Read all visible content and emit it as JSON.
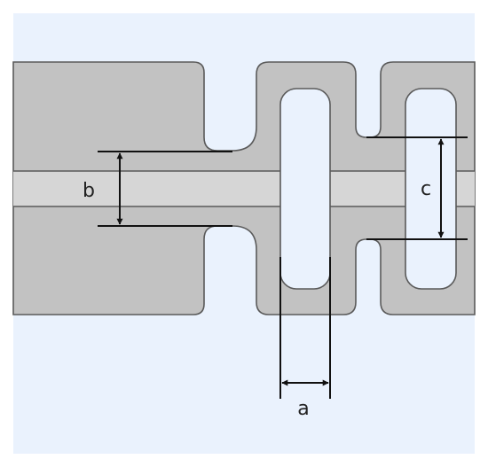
{
  "colors": {
    "page_background": "#ffffff",
    "canvas_background": "#eaf2fd",
    "material_fill": "#c2c2c2",
    "material_edge": "#5a5a5a",
    "waveguide_fill": "#d6d6d6",
    "dimension_line": "#111111"
  },
  "dimensions": {
    "a": {
      "label": "a"
    },
    "b": {
      "label": "b"
    },
    "c": {
      "label": "c"
    }
  }
}
